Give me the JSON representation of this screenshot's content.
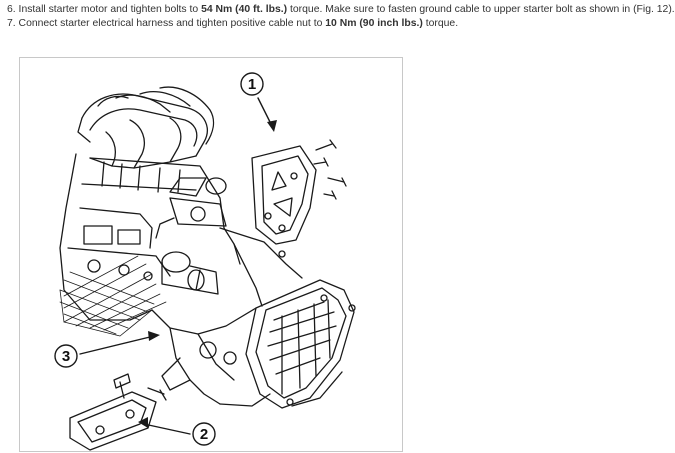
{
  "instructions": {
    "step6": {
      "number": "6.",
      "text_a": " Install starter motor and tighten bolts to ",
      "torque1": "54 Nm (40 ft. lbs.)",
      "text_b": " torque. Make sure to fasten ground cable to upper starter bolt as shown in (Fig. 12)."
    },
    "step7": {
      "number": "7.",
      "text_a": " Connect starter electrical harness and tighten positive cable nut to ",
      "torque2": "10 Nm (90 inch lbs.)",
      "text_b": " torque."
    }
  },
  "figure": {
    "callouts": [
      "1",
      "2",
      "3"
    ]
  }
}
